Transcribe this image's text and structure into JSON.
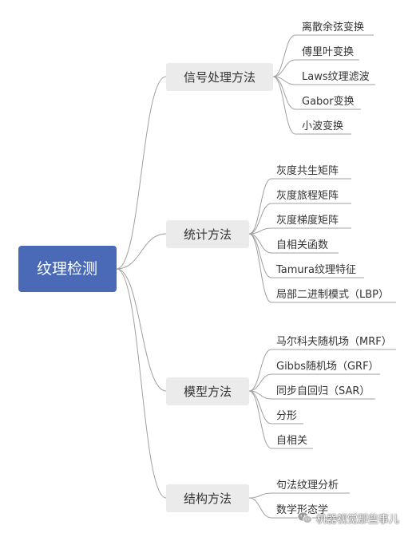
{
  "mindmap": {
    "root": {
      "label": "纹理检测"
    },
    "branches": [
      {
        "label": "信号处理方法",
        "leaves": [
          "离散余弦变换",
          "傅里叶变换",
          "Laws纹理滤波",
          "Gabor变换",
          "小波变换"
        ]
      },
      {
        "label": "统计方法",
        "leaves": [
          "灰度共生矩阵",
          "灰度旅程矩阵",
          "灰度梯度矩阵",
          "自相关函数",
          "Tamura纹理特征",
          "局部二进制模式（LBP）"
        ]
      },
      {
        "label": "模型方法",
        "leaves": [
          "马尔科夫随机场（MRF）",
          "Gibbs随机场（GRF）",
          "同步自回归（SAR）",
          "分形",
          "自相关"
        ]
      },
      {
        "label": "结构方法",
        "leaves": [
          "句法纹理分析",
          "数学形态学"
        ]
      }
    ]
  },
  "watermark": {
    "text": "机器视觉那些事儿",
    "icon": "wechat-icon"
  },
  "colors": {
    "root_fill": "#4a6ab8",
    "root_text": "#ffffff",
    "branch_fill": "#ebebeb",
    "branch_text": "#333333",
    "leaf_text": "#333333",
    "connector": "#a0a0a0"
  }
}
